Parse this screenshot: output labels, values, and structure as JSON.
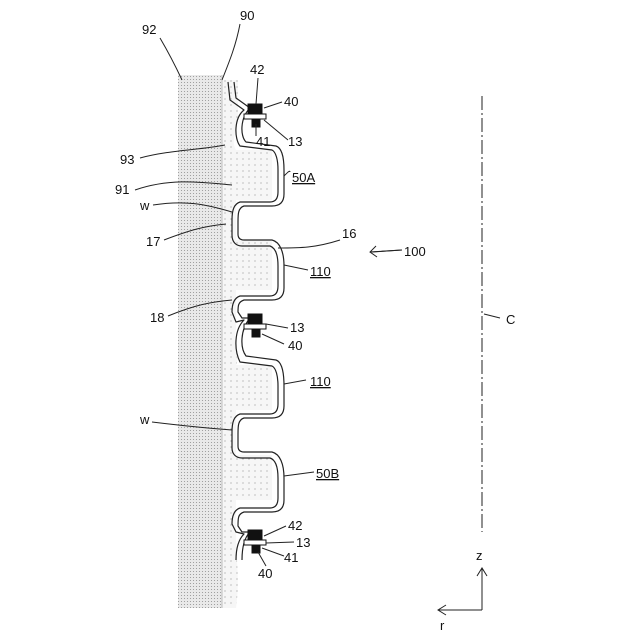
{
  "labels": {
    "n92": "92",
    "n90": "90",
    "n42_top": "42",
    "n40_top": "40",
    "n41_top": "41",
    "n13_top": "13",
    "n93": "93",
    "n91": "91",
    "w_upper": "w",
    "n50A": "50A",
    "n17": "17",
    "n16": "16",
    "n100": "100",
    "n110_upper": "110",
    "n18": "18",
    "n13_mid": "13",
    "n40_mid": "40",
    "nC": "C",
    "n110_lower": "110",
    "w_lower": "w",
    "n50B": "50B",
    "n42_bot": "42",
    "n13_bot": "13",
    "n41_bot": "41",
    "n40_bot": "40",
    "axis_z": "z",
    "axis_r": "r"
  },
  "colors": {
    "line": "#222222",
    "region_92_fill": "#e6e6e6",
    "region_91_fill": "#f4f4f4",
    "dots": "#9a9a9a"
  }
}
